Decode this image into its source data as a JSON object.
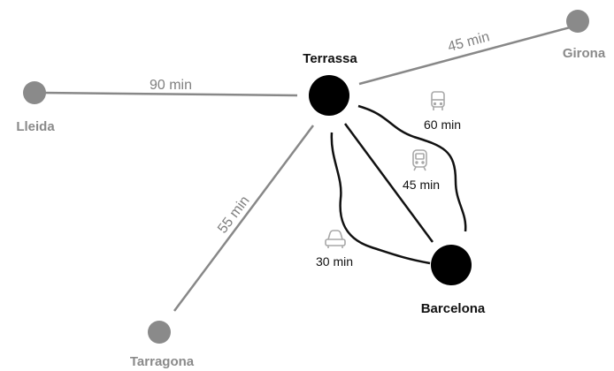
{
  "colors": {
    "main_city": "#000000",
    "minor_city": "#8a8a8a",
    "gray_route": "#888888",
    "dark_route": "#111111",
    "mode_icon": "#a8a8a8"
  },
  "cities": {
    "terrassa": "Terrassa",
    "barcelona": "Barcelona",
    "girona": "Girona",
    "lleida": "Lleida",
    "tarragona": "Tarragona"
  },
  "routes": {
    "girona": "45 min",
    "lleida": "90 min",
    "tarragona": "55 min",
    "barcelona_bus": {
      "label": "60 min",
      "icon": "bus-icon"
    },
    "barcelona_train": {
      "label": "45 min",
      "icon": "train-icon"
    },
    "barcelona_car": {
      "label": "30 min",
      "icon": "car-icon"
    }
  }
}
